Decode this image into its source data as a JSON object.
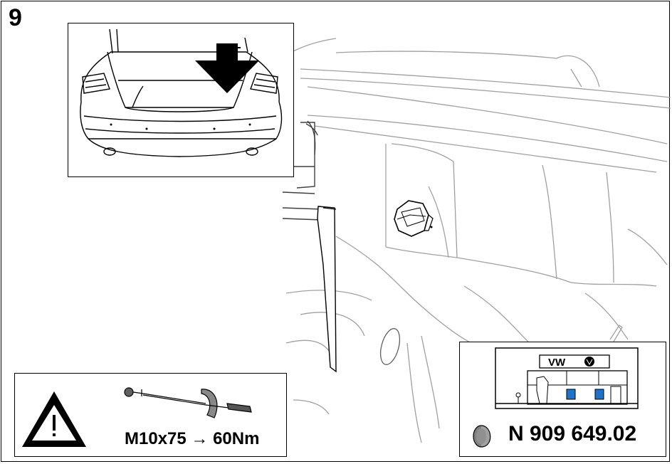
{
  "step": {
    "number": "9"
  },
  "torque_box": {
    "spec": "M10x75 → 60Nm"
  },
  "part_box": {
    "part_number": "N 909 649.02",
    "dealer_sign": "VW"
  },
  "colors": {
    "line": "#000000",
    "gray": "#a0a0a0",
    "dealer_blue": "#1e73c8",
    "dealer_black": "#000000"
  },
  "icons": [
    "warning-triangle-icon",
    "torque-wrench-icon",
    "blanking-plug-icon",
    "vw-dealer-icon",
    "down-arrow-icon",
    "bolt-icon"
  ]
}
